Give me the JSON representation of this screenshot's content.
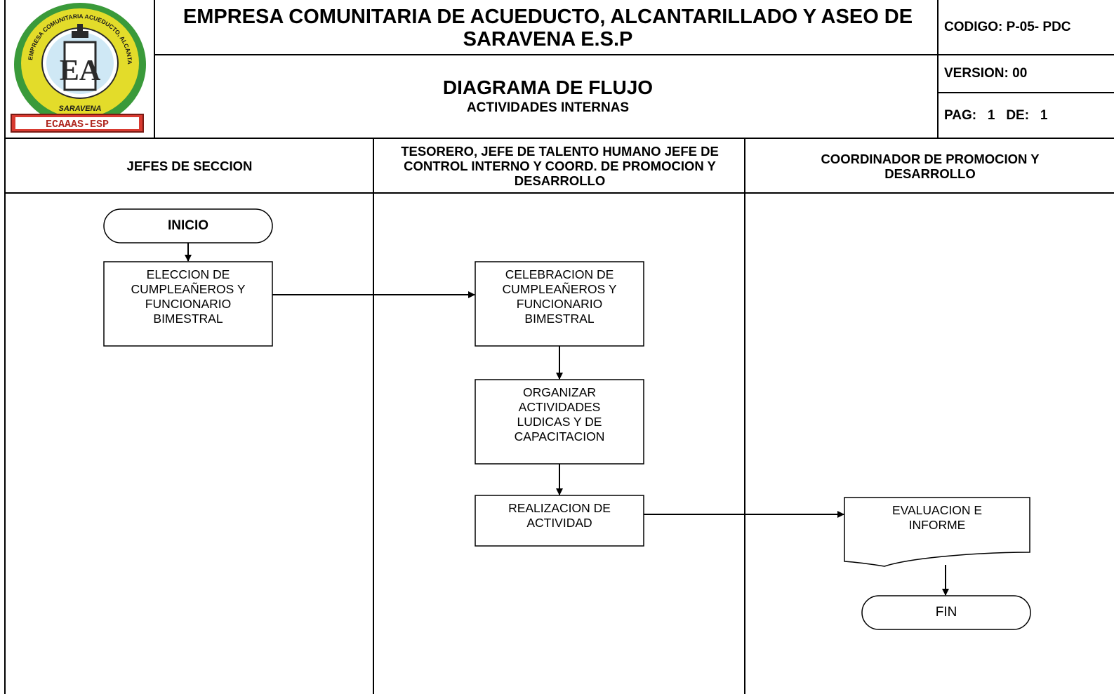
{
  "header": {
    "company_name": "EMPRESA COMUNITARIA DE ACUEDUCTO, ALCANTARILLADO Y ASEO DE SARAVENA  E.S.P",
    "document_type": "DIAGRAMA DE FLUJO",
    "process_name": "ACTIVIDADES INTERNAS",
    "code": "CODIGO: P-05- PDC",
    "version": "VERSION: 00",
    "page": "PAG:   1   DE:   1",
    "logo": {
      "ring_text": "EMPRESA COMUNITARIA ACUEDUCTO, ALCANTARILLADO Y ASEO",
      "town": "SARAVENA",
      "monogram": "EA",
      "plate": "ECAAAS-ESP",
      "colors": {
        "ring": "#e3dc2a",
        "outer": "#3a9a3a",
        "plate": "#d83a30"
      }
    }
  },
  "lanes": [
    {
      "id": "jefes",
      "title": "JEFES DE SECCION"
    },
    {
      "id": "tesorero",
      "title": "TESORERO, JEFE  DE TALENTO HUMANO JEFE DE CONTROL INTERNO Y COORD.  DE PROMOCION Y DESARROLLO"
    },
    {
      "id": "coordinador",
      "title": "COORDINADOR DE PROMOCION Y DESARROLLO"
    }
  ],
  "flow": {
    "start": "INICIO",
    "steps": [
      {
        "id": "eleccion",
        "lane": "jefes",
        "text": "ELECCION DE CUMPLEAÑEROS Y FUNCIONARIO BIMESTRAL"
      },
      {
        "id": "celebracion",
        "lane": "tesorero",
        "text": "CELEBRACION DE CUMPLEAÑEROS Y FUNCIONARIO BIMESTRAL"
      },
      {
        "id": "organizar",
        "lane": "tesorero",
        "text": "ORGANIZAR ACTIVIDADES LUDICAS Y DE CAPACITACION"
      },
      {
        "id": "realizacion",
        "lane": "tesorero",
        "text": "REALIZACION DE ACTIVIDAD"
      },
      {
        "id": "evaluacion",
        "lane": "coordinador",
        "shape": "document",
        "text": "EVALUACION E INFORME"
      }
    ],
    "end": "FIN"
  }
}
